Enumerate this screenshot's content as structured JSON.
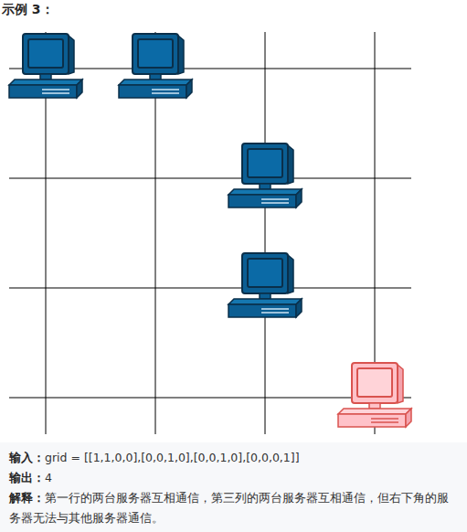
{
  "diagram": {
    "title": "示例 3：",
    "labels": [
      "输入：",
      "grid = [[1,1,0,0],[0,0,1,0],[0,0,1,0],[0,0,0,1]]",
      "输出：",
      "4",
      "解释：",
      "第一行的两台服务器互相通信，第三列的两台服务器互相通信，但右下角的服务器无法与其他服务器通信。"
    ]
  }
}
